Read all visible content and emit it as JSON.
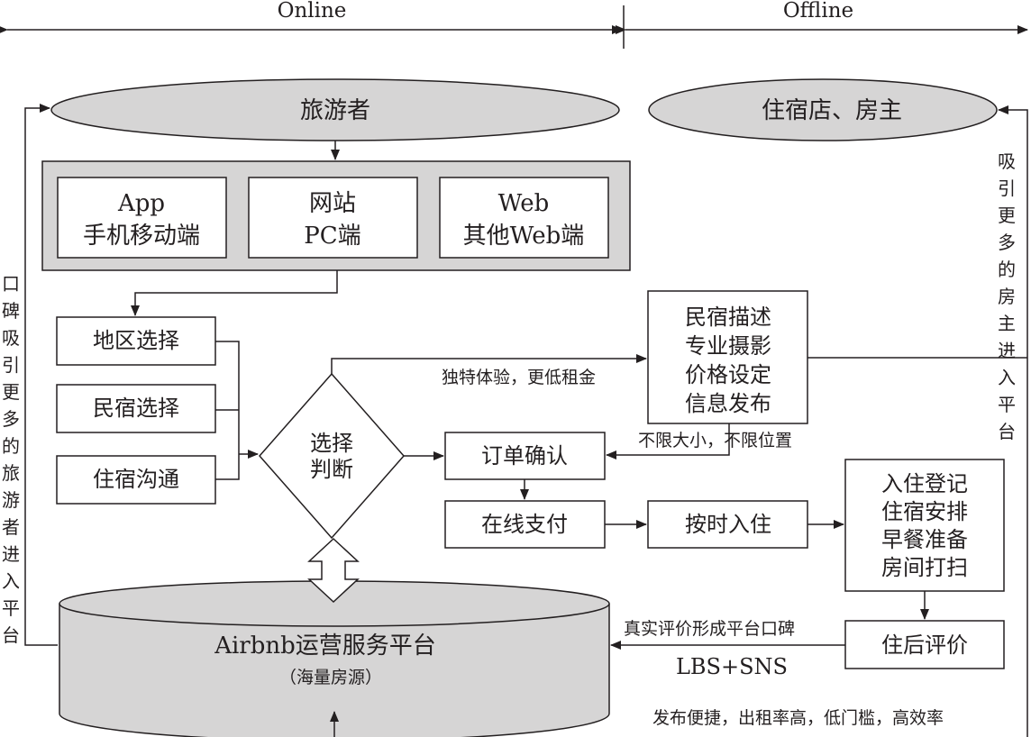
{
  "header": {
    "online": "Online",
    "offline": "Offline"
  },
  "actors": {
    "traveler": "旅游者",
    "host": "住宿店、房主"
  },
  "channels": [
    {
      "line1": "App",
      "line2": "手机移动端"
    },
    {
      "line1": "网站",
      "line2": "PC端"
    },
    {
      "line1": "Web",
      "line2": "其他Web端"
    }
  ],
  "selections": {
    "region": "地区选择",
    "homestay": "民宿选择",
    "communication": "住宿沟通"
  },
  "decision": {
    "line1": "选择",
    "line2": "判断"
  },
  "listing": {
    "lines": [
      "民宿描述",
      "专业摄影",
      "价格设定",
      "信息发布"
    ]
  },
  "order": {
    "confirm": "订单确认",
    "payment": "在线支付",
    "checkin": "按时入住"
  },
  "service": {
    "lines": [
      "入住登记",
      "住宿安排",
      "早餐准备",
      "房间打扫"
    ]
  },
  "review": "住后评价",
  "platform": {
    "title": "Airbnb运营服务平台",
    "subtitle": "（海量房源）"
  },
  "annotations": {
    "unique": "独特体验，更低租金",
    "unlimited": "不限大小，不限位置",
    "reputation": "真实评价形成平台口碑",
    "lbs": "LBS+SNS",
    "benefits": "发布便捷，出租率高，低门槛，高效率"
  },
  "side_labels": {
    "left": [
      "口",
      "碑",
      "吸",
      "引",
      "更",
      "多",
      "的",
      "旅",
      "游",
      "者",
      "进",
      "入",
      "平",
      "台"
    ],
    "right": [
      "吸",
      "引",
      "更",
      "多",
      "的",
      "房",
      "主",
      "进",
      "入",
      "平",
      "台"
    ]
  },
  "colors": {
    "fill": "#d6d5d5",
    "stroke": "#231f20",
    "background": "#ffffff"
  }
}
